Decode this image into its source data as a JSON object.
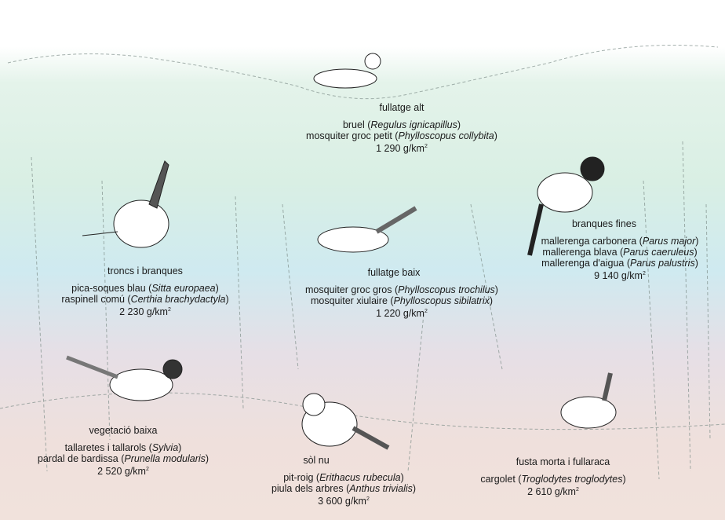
{
  "groups": [
    {
      "habitat": "fullatge alt",
      "species": [
        {
          "common": "bruel",
          "latin": "Regulus ignicapillus"
        },
        {
          "common": "mosquiter groc petit",
          "latin": "Phylloscopus collybita"
        }
      ],
      "density": "1 290 g/km",
      "sup": "2"
    },
    {
      "habitat": "troncs i branques",
      "species": [
        {
          "common": "pica-soques blau",
          "latin": "Sitta europaea"
        },
        {
          "common": "raspinell comú",
          "latin": "Certhia brachydactyla"
        }
      ],
      "density": "2 230 g/km",
      "sup": "2"
    },
    {
      "habitat": "fullatge baix",
      "species": [
        {
          "common": "mosquiter groc gros",
          "latin": "Phylloscopus trochilus"
        },
        {
          "common": "mosquiter xiulaire",
          "latin": "Phylloscopus sibilatrix"
        }
      ],
      "density": "1 220 g/km",
      "sup": "2"
    },
    {
      "habitat": "branques fines",
      "species": [
        {
          "common": "mallerenga carbonera",
          "latin": "Parus major"
        },
        {
          "common": "mallerenga blava",
          "latin": "Parus caeruleus"
        },
        {
          "common": "mallerenga d'aigua",
          "latin": "Parus palustris"
        }
      ],
      "density": "9 140 g/km",
      "sup": "2"
    },
    {
      "habitat": "vegetació baixa",
      "species": [
        {
          "common": "tallaretes i tallarols",
          "latin": "Sylvia"
        },
        {
          "common": "pardal de bardissa",
          "latin": "Prunella modularis"
        }
      ],
      "density": "2 520 g/km",
      "sup": "2"
    },
    {
      "habitat": "sòl nu",
      "species": [
        {
          "common": "pit-roig",
          "latin": "Erithacus rubecula"
        },
        {
          "common": "piula dels arbres",
          "latin": "Anthus trivialis"
        }
      ],
      "density": "3 600 g/km",
      "sup": "2"
    },
    {
      "habitat": "fusta morta i fullaraca",
      "species": [
        {
          "common": "cargolet",
          "latin": "Troglodytes troglodytes"
        }
      ],
      "density": "2 610 g/km",
      "sup": "2"
    }
  ]
}
